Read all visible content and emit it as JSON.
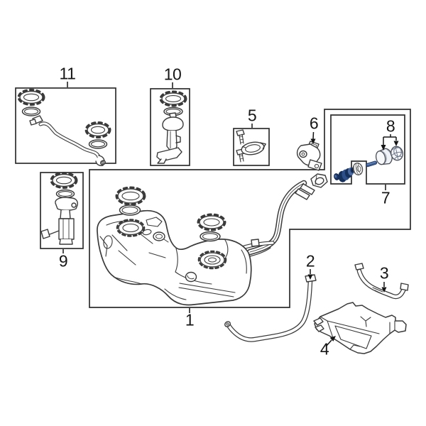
{
  "diagram": {
    "kind": "exploded-parts-diagram",
    "subject": "fuel-tank-assembly",
    "background_color": "#ffffff",
    "line_color": "#3a3a3a",
    "highlight_color_dark": "#16305c",
    "highlight_color_mid": "#2c4f8a",
    "highlight_color_light": "#49699f"
  },
  "callouts": [
    {
      "label": "1",
      "part": "fuel-tank-with-filler-pipe"
    },
    {
      "label": "2",
      "part": "fuel-tank-mounting-strap"
    },
    {
      "label": "3",
      "part": "fuel-tank-bracket"
    },
    {
      "label": "4",
      "part": "fuel-tank-guard"
    },
    {
      "label": "5",
      "part": "mounting-hardware-kit"
    },
    {
      "label": "6",
      "part": "filler-pipe-holder"
    },
    {
      "label": "7",
      "part": "filler-pipe-seal-kit-highlighted"
    },
    {
      "label": "8",
      "part": "filler-cap-set"
    },
    {
      "label": "9",
      "part": "fuel-pump-module"
    },
    {
      "label": "10",
      "part": "fuel-level-sending-unit"
    },
    {
      "label": "11",
      "part": "lock-ring-seal-and-tube-kit"
    }
  ]
}
